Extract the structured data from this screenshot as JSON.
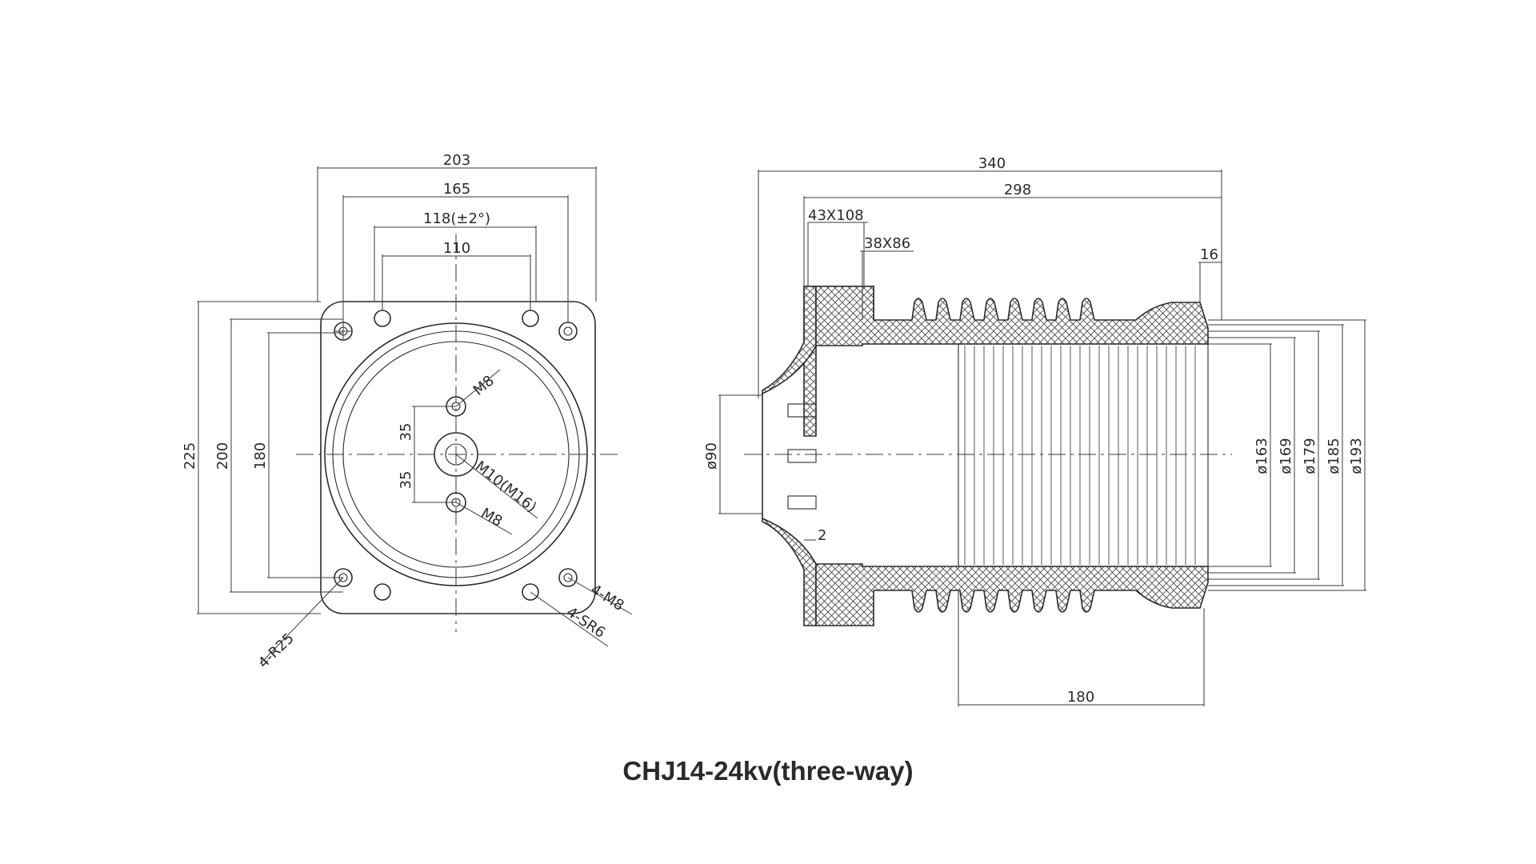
{
  "caption": "CHJ14-24kv(three-way)",
  "front_view": {
    "dims": {
      "w203": "203",
      "w165": "165",
      "w118": "118(±2°)",
      "w110": "110",
      "h225": "225",
      "h200": "200",
      "h180": "180",
      "v35a": "35",
      "v35b": "35"
    },
    "labels": {
      "m8_top": "M8",
      "m10": "M10(M16)",
      "m8_bottom": "M8",
      "r25": "4-R25",
      "four_m8": "4-M8",
      "sr6": "4-SR6"
    }
  },
  "side_view": {
    "dims": {
      "l340": "340",
      "l298": "298",
      "s43": "43X108",
      "s38": "38X86",
      "d16": "16",
      "d90": "ø90",
      "d2": "2",
      "l180": "180",
      "d163": "ø163",
      "d169": "ø169",
      "d179": "ø179",
      "d185": "ø185",
      "d193": "ø193"
    }
  }
}
